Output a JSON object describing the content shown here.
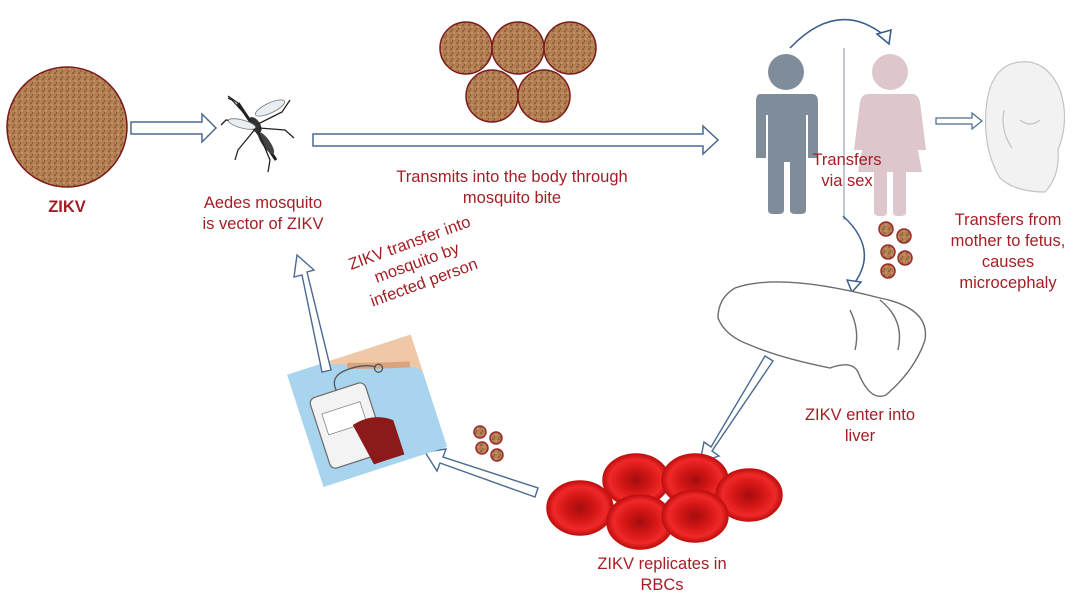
{
  "labels": {
    "zikv": "ZIKV",
    "mosquito_vector": "Aedes mosquito\nis vector of ZIKV",
    "transmits_bite": "Transmits into the body through\nmosquito bite",
    "transfers_sex": "Transfers\nvia sex",
    "mother_fetus": "Transfers from\nmother to fetus,\ncauses\nmicrocephaly",
    "enter_liver": "ZIKV enter into\nliver",
    "replicates_rbc": "ZIKV replicates in\nRBCs",
    "transfer_to_mosquito": "ZIKV transfer into\nmosquito by\ninfected person"
  },
  "colors": {
    "text": "#a31f25",
    "virus_fill": "#b07a4c",
    "virus_texture": "#7d4f2a",
    "virus_outline": "#7a1c1c",
    "rbc": "#e01a1a",
    "rbc_center": "#b30f0f",
    "arrow_outline": "#4a6a92",
    "person_male": "#7f8c99",
    "person_female": "#d9c2c8",
    "liver_outline": "#6d6d6d"
  },
  "icons": {
    "big_virus": "virus-particle-icon",
    "mosquito": "mosquito-icon",
    "virus_cluster": "virus-cluster-icon",
    "male": "male-person-icon",
    "female": "female-person-icon",
    "fetus": "fetus-icon",
    "liver": "liver-icon",
    "rbcs": "red-blood-cells-icon",
    "blood_bag": "blood-transfusion-icon"
  }
}
